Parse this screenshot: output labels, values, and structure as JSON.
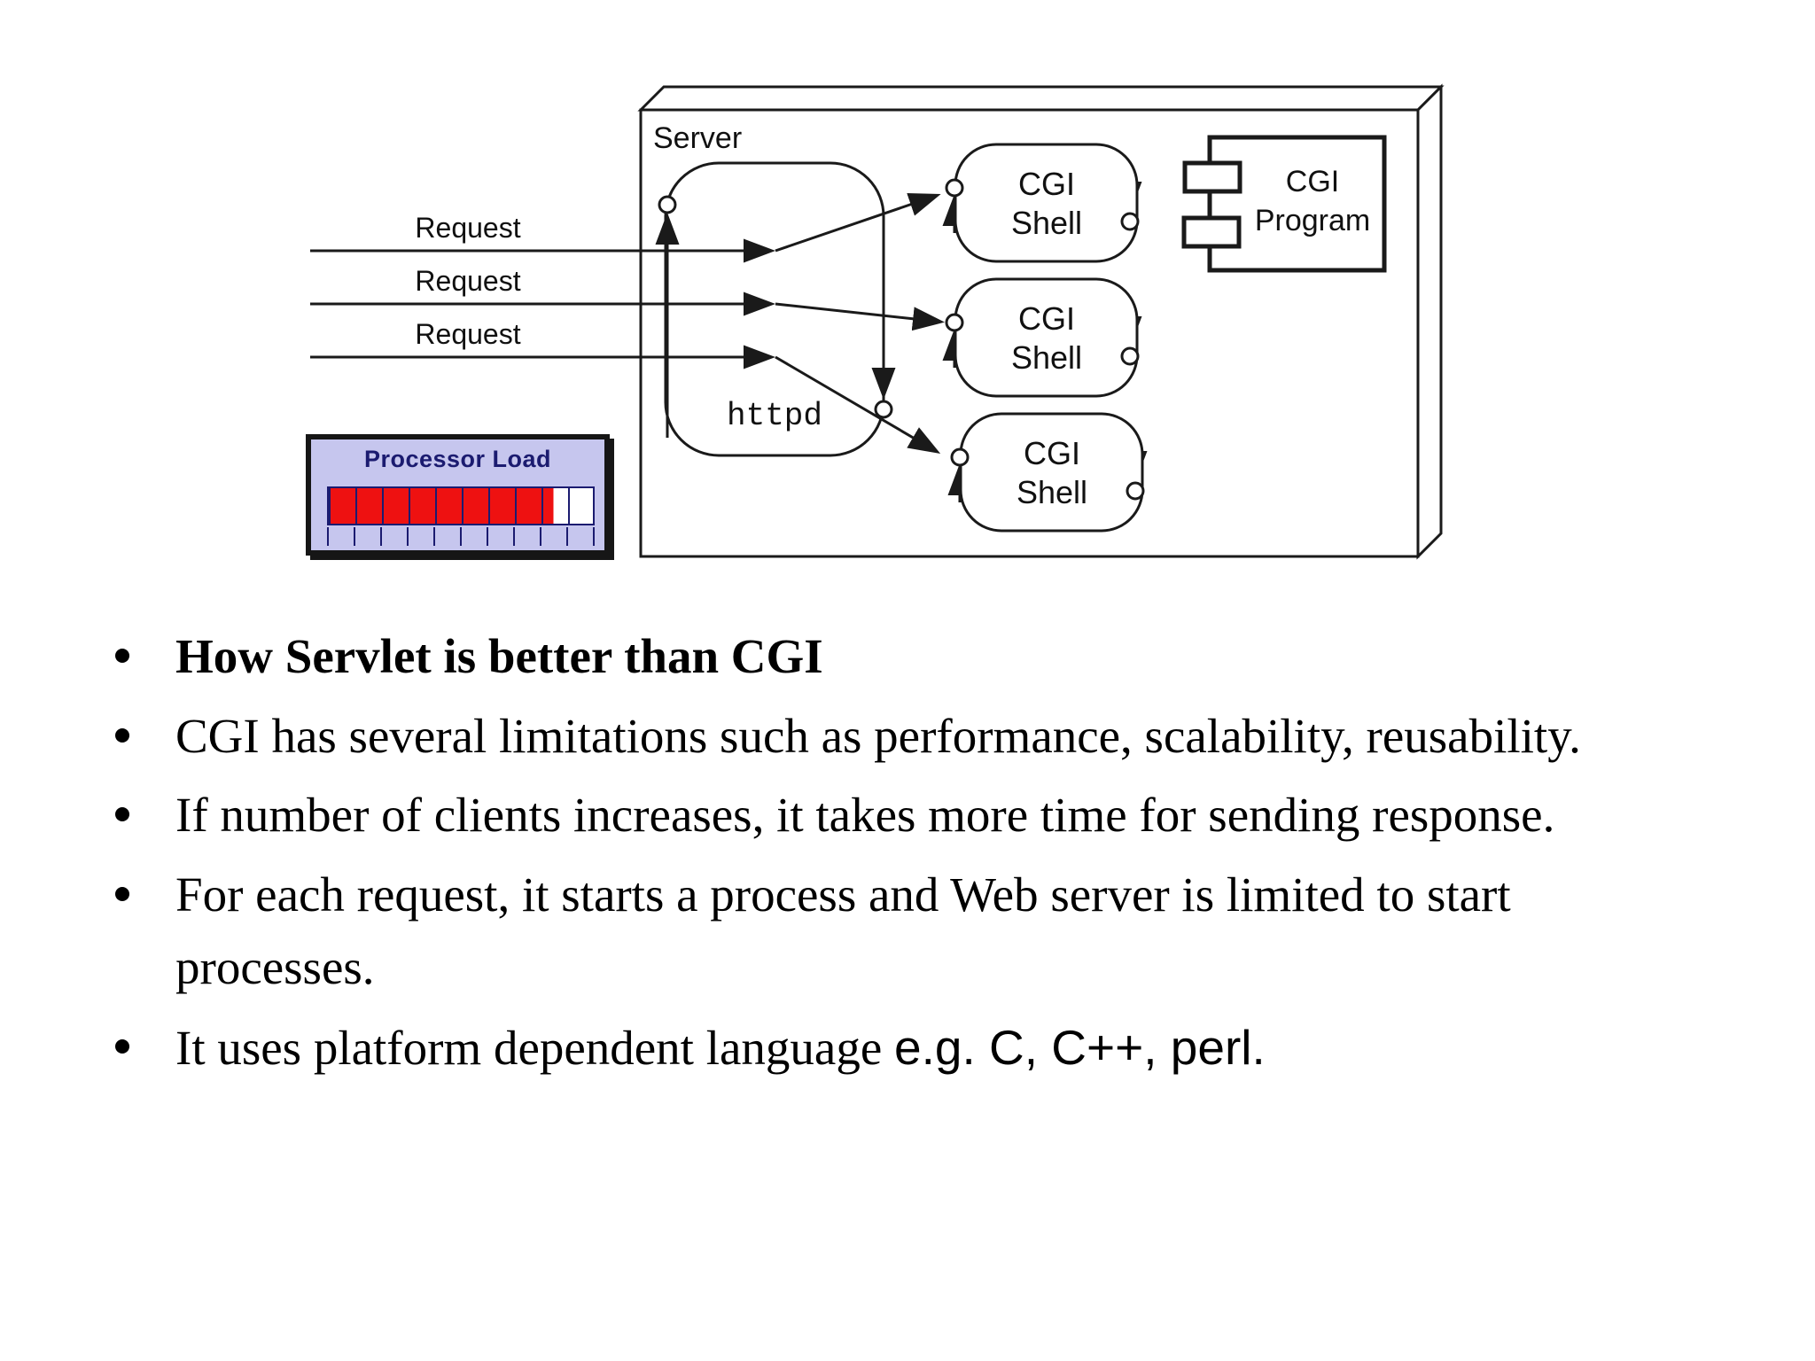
{
  "diagram": {
    "server_label": "Server",
    "httpd_label": "httpd",
    "requests": [
      {
        "label": "Request"
      },
      {
        "label": "Request"
      },
      {
        "label": "Request"
      }
    ],
    "shells": [
      {
        "line1": "CGI",
        "line2": "Shell"
      },
      {
        "line1": "CGI",
        "line2": "Shell"
      },
      {
        "line1": "CGI",
        "line2": "Shell"
      }
    ],
    "program": {
      "line1": "CGI",
      "line2": "Program"
    },
    "processor_load": {
      "title": "Processor Load",
      "segments_total": 10,
      "fill_percent": 85,
      "colors": {
        "panel_bg": "#c6c6ee",
        "bar_fill": "#ee1111",
        "bar_empty": "#ffffff",
        "frame": "#161616",
        "accent_navy": "#1b1b70"
      }
    }
  },
  "bullets": [
    {
      "text": "How Servlet is better than CGI",
      "bold": true
    },
    {
      "text": "CGI has several limitations such as performance, scalability, reusability."
    },
    {
      "text": "If number of clients increases, it takes more time for sending response."
    },
    {
      "text": "For each request, it starts a process and Web server is limited to start processes."
    },
    {
      "text": "It uses platform dependent language ",
      "sans_suffix": "e.g. C, C++, perl."
    }
  ]
}
